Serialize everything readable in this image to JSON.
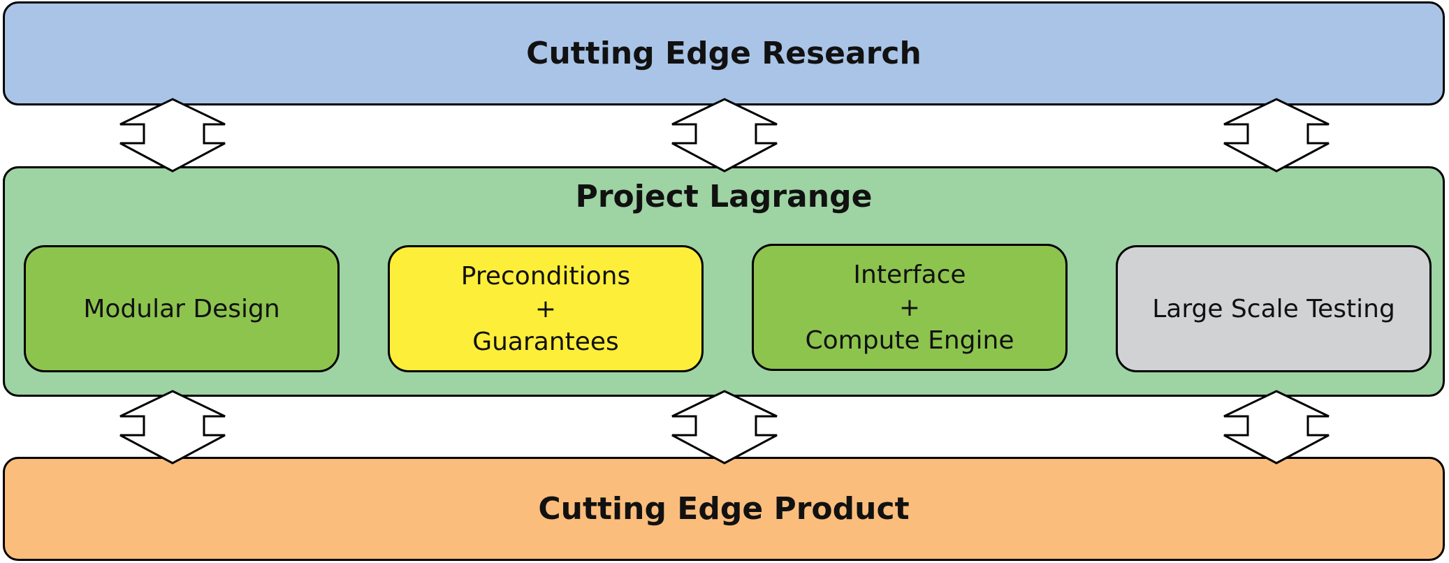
{
  "diagram": {
    "top_band": {
      "title": "Cutting Edge Research",
      "color": "#a9c4e7"
    },
    "middle_band": {
      "title": "Project Lagrange",
      "color": "#9ed3a3",
      "components": [
        {
          "lines": [
            "Modular Design"
          ],
          "color": "#8dc44e"
        },
        {
          "lines": [
            "Preconditions",
            "+",
            "Guarantees"
          ],
          "color": "#fdee3a"
        },
        {
          "lines": [
            "Interface",
            "+",
            "Compute Engine"
          ],
          "color": "#8dc44e"
        },
        {
          "lines": [
            "Large Scale Testing"
          ],
          "color": "#d1d2d4"
        }
      ]
    },
    "bottom_band": {
      "title": "Cutting Edge Product",
      "color": "#fbbd7c"
    },
    "connectors": {
      "type": "double-headed-arrow",
      "between": [
        [
          "Cutting Edge Research",
          "Project Lagrange"
        ],
        [
          "Project Lagrange",
          "Cutting Edge Product"
        ]
      ],
      "count_per_gap": 3
    }
  }
}
